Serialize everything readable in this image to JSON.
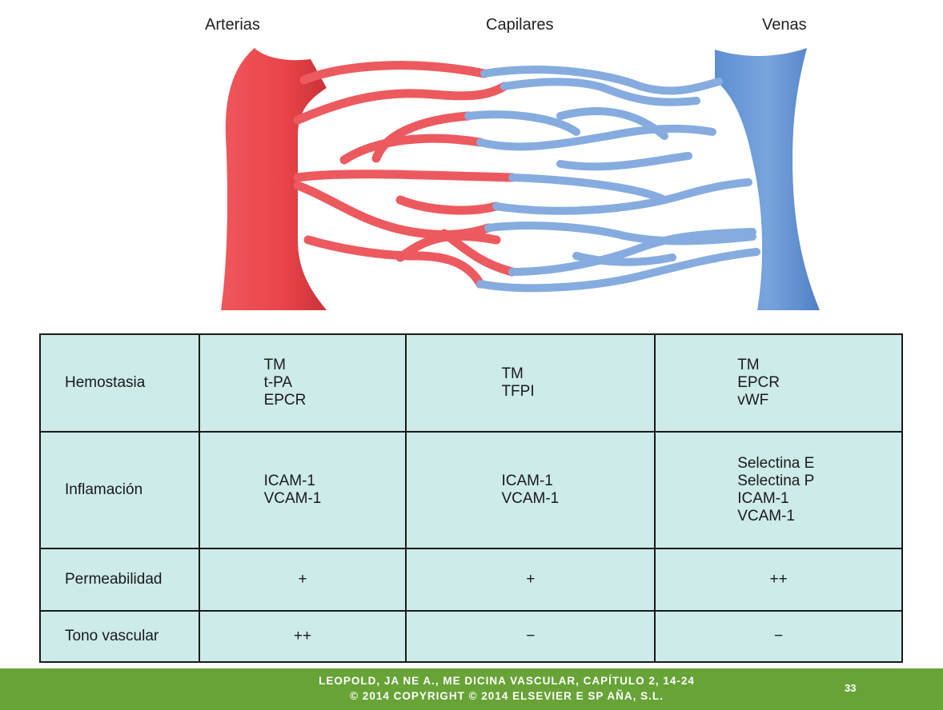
{
  "headers": {
    "arterias": "Arterias",
    "capilares": "Capilares",
    "venas": "Venas"
  },
  "colors": {
    "artery": "#ee4d52",
    "vein": "#6d9bd8",
    "table_bg": "#cdebe8",
    "footer": "#67a337"
  },
  "rows": [
    {
      "label": "Hemostasia",
      "arterias": [
        "TM",
        "t-PA",
        "EPCR"
      ],
      "capilares": [
        "TM",
        "TFPI"
      ],
      "venas": [
        "TM",
        "EPCR",
        "vWF"
      ]
    },
    {
      "label": "Inflamación",
      "arterias": [
        "ICAM-1",
        "VCAM-1"
      ],
      "capilares": [
        "ICAM-1",
        "VCAM-1"
      ],
      "venas": [
        "Selectina E",
        "Selectina P",
        "ICAM-1",
        "VCAM-1"
      ]
    },
    {
      "label": "Permeabilidad",
      "arterias": "+",
      "capilares": "+",
      "venas": "++"
    },
    {
      "label": "Tono vascular",
      "arterias": "++",
      "capilares": "−",
      "venas": "−"
    }
  ],
  "footer": {
    "line1": "LEOPOLD, JA NE A., ME DICINA VASCULAR, CAPÍTULO 2, 14-24",
    "line2": "© 2014 COPYRIGHT © 2014 ELSEVIER E SP AÑA, S.L.",
    "page": "33"
  }
}
